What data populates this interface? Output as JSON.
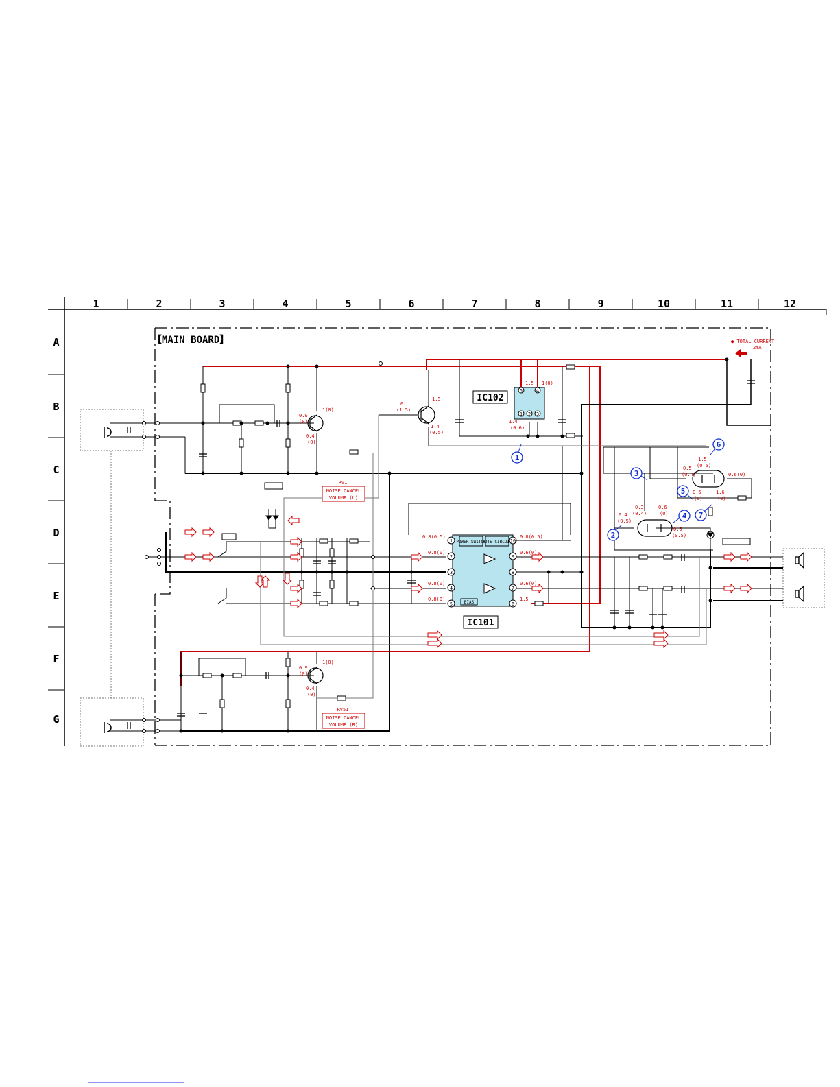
{
  "grid": {
    "columns": [
      "1",
      "2",
      "3",
      "4",
      "5",
      "6",
      "7",
      "8",
      "9",
      "10",
      "11",
      "12"
    ],
    "rows": [
      "A",
      "B",
      "C",
      "D",
      "E",
      "F",
      "G"
    ]
  },
  "board": {
    "title": "【MAIN BOARD】"
  },
  "ics": [
    {
      "label": "IC102",
      "pins": [
        "5",
        "4",
        "1",
        "2",
        "3"
      ]
    },
    {
      "label": "IC101",
      "blocks": [
        "POWER SWITCH",
        "MUTE CIRCUIT",
        "BIAS"
      ],
      "pins": [
        "1",
        "2",
        "3",
        "4",
        "5",
        "6",
        "7",
        "8",
        "9",
        "10"
      ]
    }
  ],
  "total_current": {
    "line1": "● TOTAL CURRENT",
    "line2": "2mA"
  },
  "pots": [
    {
      "ref": "RV1",
      "line1": "NOISE CANCEL",
      "line2": "VOLUME (L)"
    },
    {
      "ref": "RV51",
      "line1": "NOISE CANCEL",
      "line2": "VOLUME (R)"
    }
  ],
  "markers": [
    "1",
    "2",
    "3",
    "4",
    "5",
    "6",
    "7"
  ],
  "voltages": {
    "q_top": [
      "0.9",
      "(0)",
      "1(0)",
      "0.4",
      "(0)"
    ],
    "q_bot": [
      "0.9",
      "(0)",
      "1(0)",
      "0.4",
      "(0)"
    ],
    "q6": [
      "0",
      "(1.5)",
      "1.5",
      "1.4",
      "(0.5)"
    ],
    "ic102": [
      "1.5",
      "1(0)",
      "1.4",
      "(0.6)"
    ],
    "ic101_left": [
      "0.8(0.5)",
      "0.8(0)",
      "0.8(0)",
      "0.8(0)"
    ],
    "ic101_right": [
      "0.8(0.5)",
      "0.6(0)",
      "0.6(0)",
      "1.5"
    ],
    "q_pair_top": [
      "1.5",
      "(0.5)",
      "0.5",
      "(0.4)",
      "0.6(0)",
      "0.6",
      "(0)",
      "1.6",
      "(0)"
    ],
    "q_pair_bot": [
      "0.3",
      "(0.4)",
      "0.6",
      "(0)",
      "0.4",
      "(0.5)",
      "0.6",
      "(0.5)"
    ]
  }
}
